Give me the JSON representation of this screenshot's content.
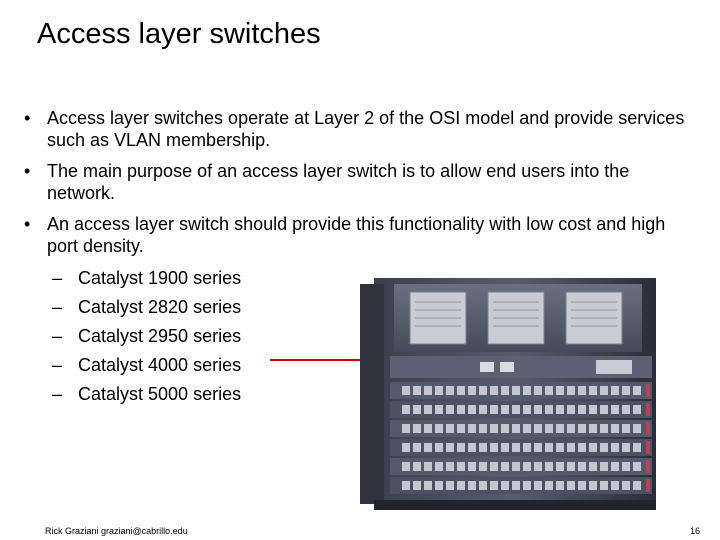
{
  "slide": {
    "title": "Access layer switches",
    "bullet_glyph": "•",
    "dash_glyph": "–",
    "bullets": [
      {
        "text": "Access layer switches operate at Layer 2 of the OSI model and provide services such as VLAN membership."
      },
      {
        "text": "The main purpose of an access layer switch is to allow end users into the network."
      },
      {
        "text": "An access layer switch should provide this functionality with low cost and high port density."
      }
    ],
    "sub_items": [
      "Catalyst 1900 series",
      "Catalyst 2820 series",
      "Catalyst 2950 series",
      "Catalyst 4000 series",
      "Catalyst 5000 series"
    ],
    "arrow_color": "#d40000",
    "image": {
      "icon": "catalyst-4000-switch-chassis"
    },
    "footer": {
      "author": "Rick Graziani  graziani@cabrillo.edu",
      "page_number": "16"
    }
  }
}
